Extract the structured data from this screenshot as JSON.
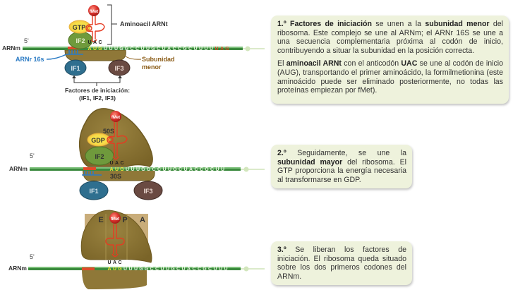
{
  "colors": {
    "mrna_dark": "#2e7a35",
    "mrna_light": "#7fc27a",
    "ribosome": "#8a7332",
    "ribosome_light": "#a8924e",
    "trna": "#e53b22",
    "fmet": "#d9312b",
    "gtp_fill": "#f2d43a",
    "if2": "#6f9a3c",
    "if1": "#2f6f8f",
    "if3": "#6a4a42",
    "rrna16s": "#2a7ac4",
    "text_box_bg": "#eef2dc",
    "subunit_label": "#8a5a14",
    "codon_start": "#f2e23a",
    "codon_stop": "#d94a2a",
    "site_box": "#c9ad7a"
  },
  "panel1": {
    "five_prime": "5'",
    "mrna_label": "ARNm",
    "fmet_label": "fMet",
    "gtp_label": "GTP",
    "if2_label": "IF2",
    "if1_label": "IF1",
    "if3_label": "IF3",
    "anticodon": [
      "U",
      "A",
      "C"
    ],
    "start_codon": [
      "A",
      "U",
      "G"
    ],
    "sequence": [
      "U",
      "U",
      "U",
      "G",
      "G",
      "C",
      "C",
      "U",
      "U",
      "G",
      "C",
      "U",
      "A",
      "C",
      "C",
      "G",
      "C",
      "U",
      "U",
      "U",
      "U"
    ],
    "stop_codon": [
      "U",
      "A",
      "G"
    ],
    "aminoacyl_label": "Aminoacil ARNt",
    "rrna_label": "ARNr 16s",
    "subunit_label_line1": "Subunidad",
    "subunit_label_line2": "menor",
    "factors_label_line1": "Factores de iniciación:",
    "factors_label_line2": "(IF1, IF2, IF3)"
  },
  "panel2": {
    "five_prime": "5'",
    "mrna_label": "ARNm",
    "fmet_label": "fMet",
    "gdp_label": "GDP",
    "if2_label": "IF2",
    "if1_label": "IF1",
    "if3_label": "IF3",
    "large_subunit": "50S",
    "small_subunit": "30S",
    "anticodon": [
      "U",
      "A",
      "C"
    ],
    "start_codon": [
      "A",
      "U",
      "G"
    ],
    "sequence": [
      "U",
      "U",
      "U",
      "G",
      "G",
      "C",
      "C",
      "U",
      "U",
      "G",
      "C",
      "U",
      "A",
      "C",
      "C",
      "G",
      "C",
      "U",
      "U"
    ]
  },
  "panel3": {
    "five_prime": "5'",
    "mrna_label": "ARNm",
    "fmet_label": "fMet",
    "site_e": "E",
    "site_p": "P",
    "site_a": "A",
    "anticodon": [
      "U",
      "A",
      "C"
    ],
    "start_codon": [
      "A",
      "U",
      "G"
    ],
    "sequence": [
      "U",
      "U",
      "U",
      "G",
      "G",
      "C",
      "C",
      "U",
      "U",
      "G",
      "C",
      "U",
      "A",
      "C",
      "C",
      "G",
      "C",
      "U",
      "U",
      "U"
    ]
  },
  "box1": {
    "p1_num": "1.º",
    "p1_b1": "Factores de iniciación",
    "p1_t1": " se unen a la ",
    "p1_b2": "subunidad menor",
    "p1_t2": " del ribosoma. Este complejo se une al ARNm; el ARNr 16S se une a una secuencia complementaria próxima al codón de inicio, contribuyendo a situar la subunidad en la posición correcta.",
    "p2_t0": "El ",
    "p2_b1": "aminoacil ARNt",
    "p2_t1": " con el anticodón ",
    "p2_b2": "UAC",
    "p2_t2": " se une al codón de inicio (AUG), transportando el primer aminoácido, la formilmetionina (este aminoácido puede ser eliminado posteriormente, no todas las proteínas empiezan por fMet)."
  },
  "box2": {
    "num": "2.º",
    "t1": " Seguidamente, se une la ",
    "b1": "subunidad mayor",
    "t2": " del ribosoma. El GTP proporciona la energía necesaria al transformarse en GDP."
  },
  "box3": {
    "num": "3.º",
    "t1": " Se liberan los factores de iniciación. El ribosoma queda situado sobre los dos primeros codones del ARNm."
  }
}
